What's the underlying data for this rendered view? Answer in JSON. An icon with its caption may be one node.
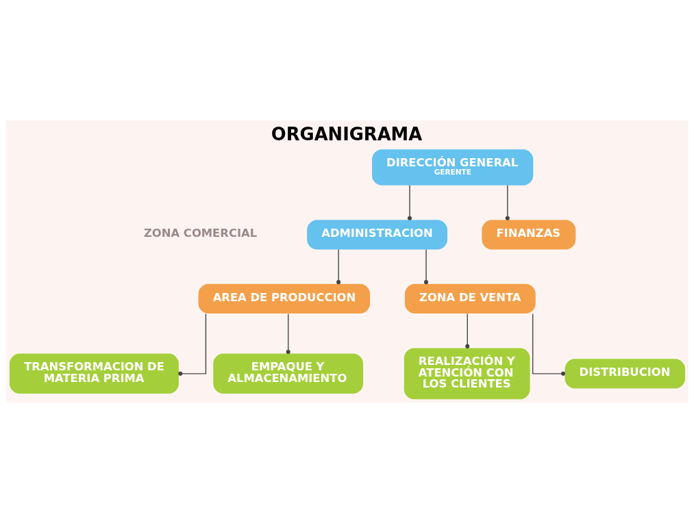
{
  "diagram": {
    "title": "ORGANIGRAMA",
    "nodes": [
      {
        "text": [
          "DIRECCIÓN GENERAL",
          "GERENTE"
        ]
      },
      {
        "text": [
          "ADMINISTRACION"
        ]
      },
      {
        "text": [
          "FINANZAS"
        ]
      },
      {
        "text": [
          "AREA DE PRODUCCION"
        ]
      },
      {
        "text": [
          "ZONA DE VENTA"
        ]
      },
      {
        "text": [
          "TRANSFORMACION DE MATERIA PRIMA"
        ]
      },
      {
        "text": [
          "EMPAQUE Y ALMACENAMIENTO"
        ]
      },
      {
        "text": [
          "REALIZACIÓN Y ATENCIÓN CON LOS CLIENTES"
        ]
      },
      {
        "text": [
          "DISTRIBUCION"
        ]
      }
    ],
    "edges": [
      {
        "from": 0,
        "to": 1,
        "arrow": "other"
      },
      {
        "from": 0,
        "to": 2,
        "arrow": "other"
      },
      {
        "from": 1,
        "to": 3,
        "arrow": "other"
      },
      {
        "from": 1,
        "to": 4,
        "arrow": "other"
      },
      {
        "from": 3,
        "to": 5,
        "arrow": "other"
      },
      {
        "from": 3,
        "to": 6,
        "arrow": "other"
      },
      {
        "from": 4,
        "to": 7,
        "arrow": "other"
      },
      {
        "from": 4,
        "to": 8,
        "arrow": "other"
      }
    ],
    "labels": [
      "ZONA COMERCIAL"
    ]
  }
}
